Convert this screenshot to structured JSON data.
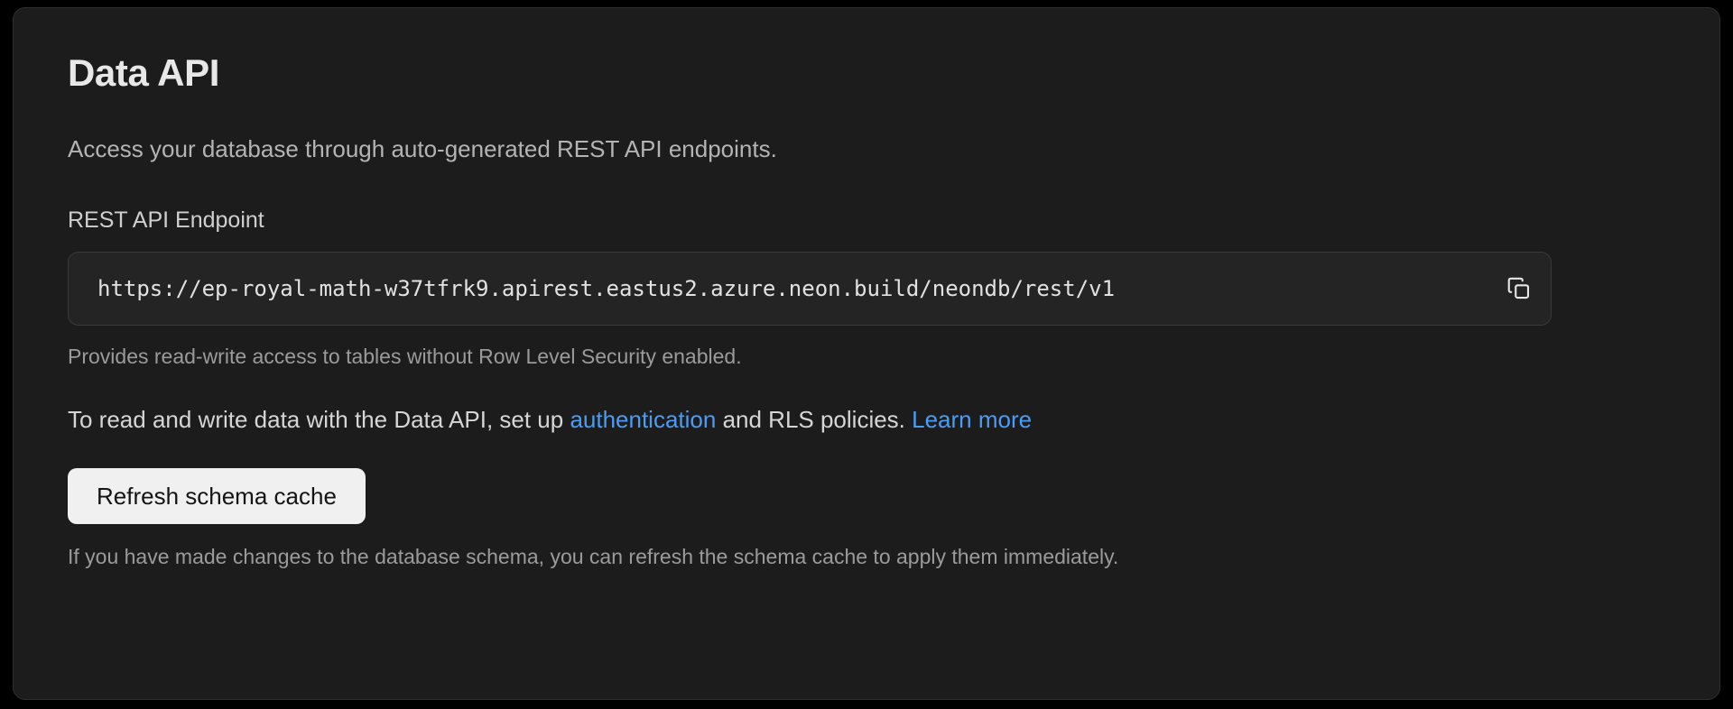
{
  "card": {
    "title": "Data API",
    "description": "Access your database through auto-generated REST API endpoints.",
    "endpoint_field": {
      "label": "REST API Endpoint",
      "value": "https://ep-royal-math-w37tfrk9.apirest.eastus2.azure.neon.build/neondb/rest/v1",
      "copy_icon": "copy-icon",
      "help_text": "Provides read-write access to tables without Row Level Security enabled."
    },
    "info": {
      "text_before": "To read and write data with the Data API, set up ",
      "link_auth": "authentication",
      "text_middle": " and RLS policies. ",
      "link_learn_more": "Learn more"
    },
    "refresh": {
      "button_label": "Refresh schema cache",
      "help_text": "If you have made changes to the database schema, you can refresh the schema cache to apply them immediately."
    }
  },
  "colors": {
    "page_background": "#000000",
    "card_background": "#1c1c1c",
    "card_border": "#2e2e2e",
    "input_background": "#242424",
    "input_border": "#3a3a3a",
    "link": "#4b9cf5",
    "button_background": "#f0f0f0",
    "button_text": "#141414",
    "heading_text": "#e8e8e8",
    "body_text": "#d6d6d6",
    "muted_text": "#9b9b9b"
  }
}
